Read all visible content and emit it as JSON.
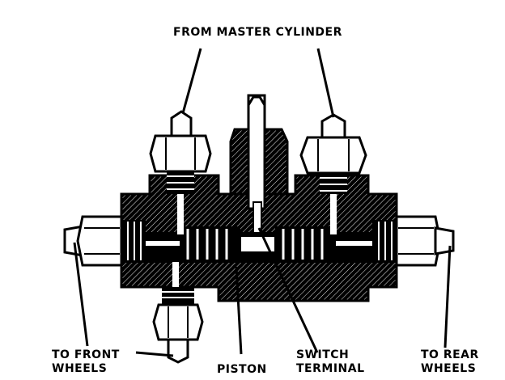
{
  "labels": {
    "from_master_cylinder": "FROM MASTER CYLINDER",
    "to_front_wheels_line1": "TO FRONT",
    "to_front_wheels_line2": "WHEELS",
    "piston": "PISTON",
    "switch_terminal_line1": "SWITCH",
    "switch_terminal_line2": "TERMINAL",
    "to_rear_wheels_line1": "TO REAR",
    "to_rear_wheels_line2": "WHEELS"
  },
  "colors": {
    "ink": "#000000",
    "paper": "#ffffff"
  }
}
